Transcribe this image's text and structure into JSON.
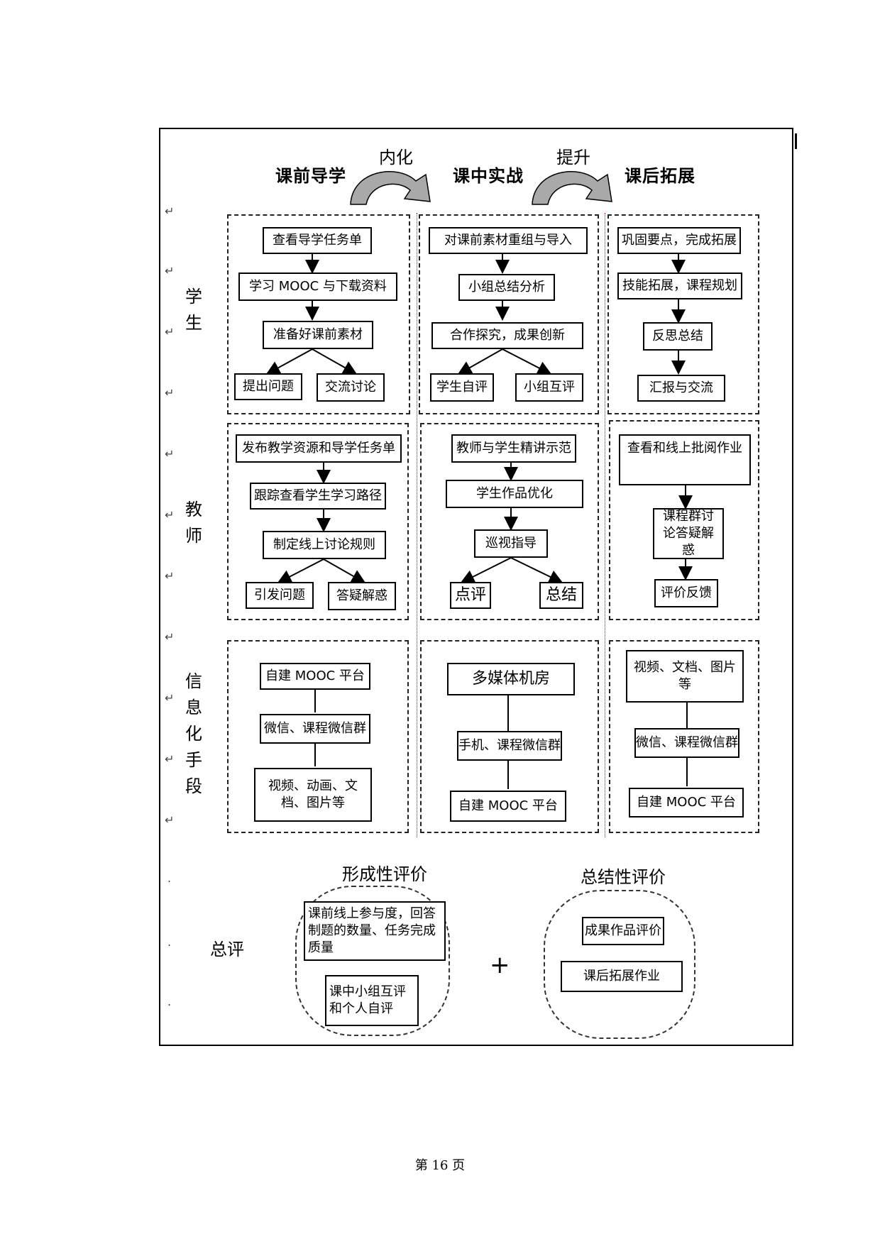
{
  "phases": {
    "pre": "课前导学",
    "in": "课中实战",
    "post": "课后拓展"
  },
  "transitions": {
    "first": "内化",
    "second": "提升"
  },
  "rows": {
    "student": [
      "学",
      "生"
    ],
    "teacher": [
      "教",
      "师"
    ],
    "info": [
      "信",
      "息",
      "化",
      "手",
      "段"
    ],
    "eval": "总评"
  },
  "student": {
    "pre": [
      "查看导学任务单",
      "学习 MOOC 与下载资料",
      "准备好课前素材",
      "提出问题",
      "交流讨论"
    ],
    "in": [
      "对课前素材重组与导入",
      "小组总结分析",
      "合作探究，成果创新",
      "学生自评",
      "小组互评"
    ],
    "post": [
      "巩固要点，完成拓展",
      "技能拓展，课程规划",
      "反思总结",
      "汇报与交流"
    ]
  },
  "teacher": {
    "pre": [
      "发布教学资源和导学任务单",
      "跟踪查看学生学习路径",
      "制定线上讨论规则",
      "引发问题",
      "答疑解惑"
    ],
    "in": [
      "教师与学生精讲示范",
      "学生作品优化",
      "巡视指导",
      "点评",
      "总结"
    ],
    "post": [
      "查看和线上批阅作业",
      "课程群讨论答疑解惑",
      "评价反馈"
    ]
  },
  "info": {
    "pre": [
      "自建 MOOC 平台",
      "微信、课程微信群",
      "视频、动画、文档、图片等"
    ],
    "in": [
      "多媒体机房",
      "手机、课程微信群",
      "自建 MOOC 平台"
    ],
    "post": [
      "视频、文档、图片等",
      "微信、课程微信群",
      "自建 MOOC 平台"
    ]
  },
  "evaluation": {
    "formative_title": "形成性评价",
    "formative_items": [
      "课前线上参与度，回答制题的数量、任务完成质量",
      "课中小组互评和个人自评"
    ],
    "plus": "+",
    "summative_title": "总结性评价",
    "summative_items": [
      "成果作品评价",
      "课后拓展作业"
    ]
  },
  "footer": "第 16 页"
}
